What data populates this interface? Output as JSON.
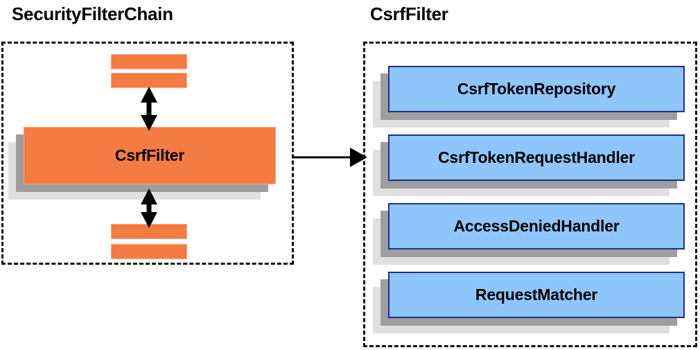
{
  "diagram": {
    "type": "component-relationship",
    "background_color": "#ffffff",
    "palette": {
      "orange_fill": "#F47B41",
      "orange_border": "#F9A98A",
      "blue_fill": "#8EC5FA",
      "blue_border": "#1F2E8C",
      "shadow_near": "#9E9E9E",
      "shadow_far": "#E0E0E0",
      "outline": "#111111",
      "text": "#000000"
    }
  },
  "panels": [
    {
      "id": "security-filter-chain",
      "title": "SecurityFilterChain",
      "border_style": "dashed",
      "nodes": [
        {
          "label": "CsrfFilter",
          "style": "orange-3d"
        }
      ],
      "stub_count": 4,
      "stub_style": "orange-slab"
    },
    {
      "id": "csrf-filter",
      "title": "CsrfFilter",
      "border_style": "dashed",
      "nodes": [
        {
          "label": "CsrfTokenRepository",
          "style": "blue-3d"
        },
        {
          "label": "CsrfTokenRequestHandler",
          "style": "blue-3d"
        },
        {
          "label": "AccessDeniedHandler",
          "style": "blue-3d"
        },
        {
          "label": "RequestMatcher",
          "style": "blue-3d"
        }
      ]
    }
  ],
  "connectors": [
    {
      "id": "chain-up",
      "kind": "double-headed-vertical-arrow",
      "from": "filter-stub-upper",
      "to": "CsrfFilter"
    },
    {
      "id": "chain-down",
      "kind": "double-headed-vertical-arrow",
      "from": "CsrfFilter",
      "to": "filter-stub-lower"
    },
    {
      "id": "expand-link",
      "kind": "single-headed-horizontal-arrow",
      "from": "CsrfFilter",
      "to": "csrf-filter-panel"
    }
  ]
}
